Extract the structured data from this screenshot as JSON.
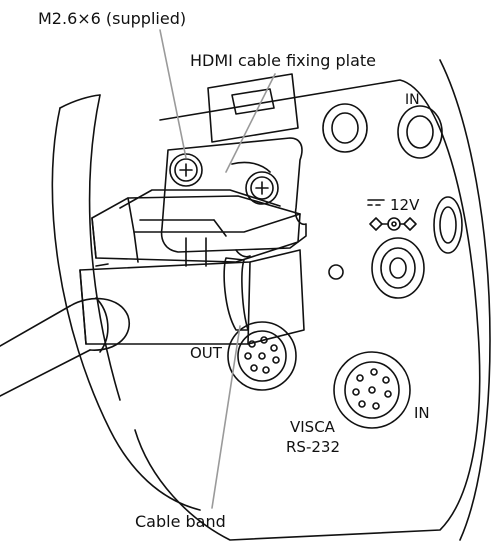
{
  "labels": {
    "screw": "M2.6×6 (supplied)",
    "plate": "HDMI cable fixing plate",
    "band": "Cable band"
  },
  "panel_markings": {
    "in_top": "IN",
    "dc_voltage": "12V",
    "out": "OUT",
    "visca": "VISCA",
    "rs232": "RS-232",
    "in_bottom": "IN"
  },
  "colors": {
    "line": "#111111",
    "leader": "#9a9a9a",
    "background": "#ffffff"
  }
}
